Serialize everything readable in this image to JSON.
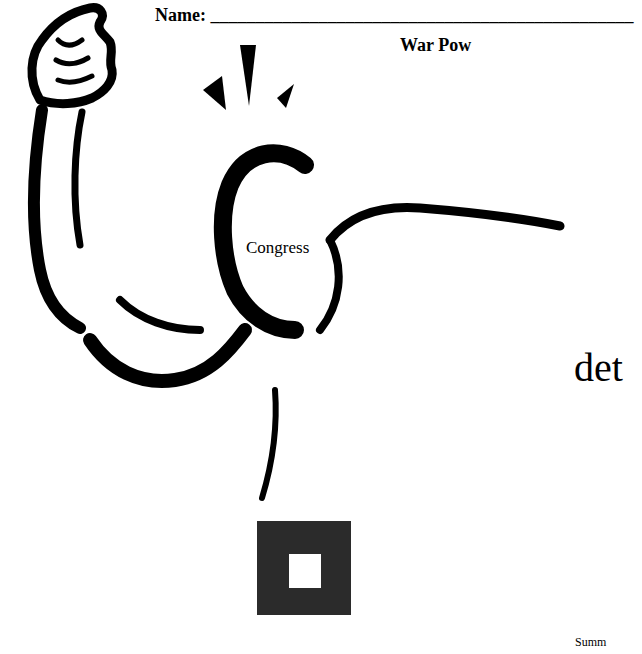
{
  "diagram": {
    "labels": [
      "Name: _______________________________________________",
      "War Pow",
      "Congress",
      "det",
      "Summ"
    ]
  }
}
